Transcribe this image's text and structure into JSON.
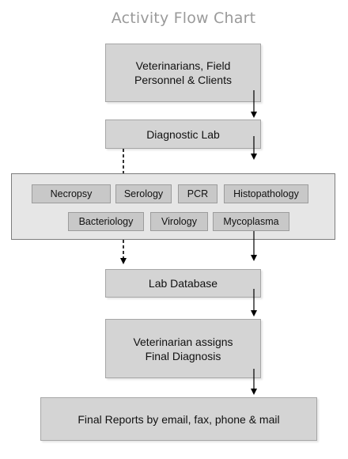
{
  "title": "Activity Flow Chart",
  "boxes": {
    "sources": "Veterinarians, Field\nPersonnel & Clients",
    "diagnostic_lab": "Diagnostic Lab",
    "lab_database": "Lab Database",
    "final_diagnosis": "Veterinarian assigns\nFinal Diagnosis",
    "final_reports": "Final Reports by email, fax, phone & mail"
  },
  "tests": {
    "row1": [
      "Necropsy",
      "Serology",
      "PCR",
      "Histopathology"
    ],
    "row2": [
      "Bacteriology",
      "Virology",
      "Mycoplasma"
    ]
  },
  "colors": {
    "box_fill": "#d4d4d4",
    "panel_fill": "#e6e6e6",
    "title": "#9a9a9a"
  }
}
